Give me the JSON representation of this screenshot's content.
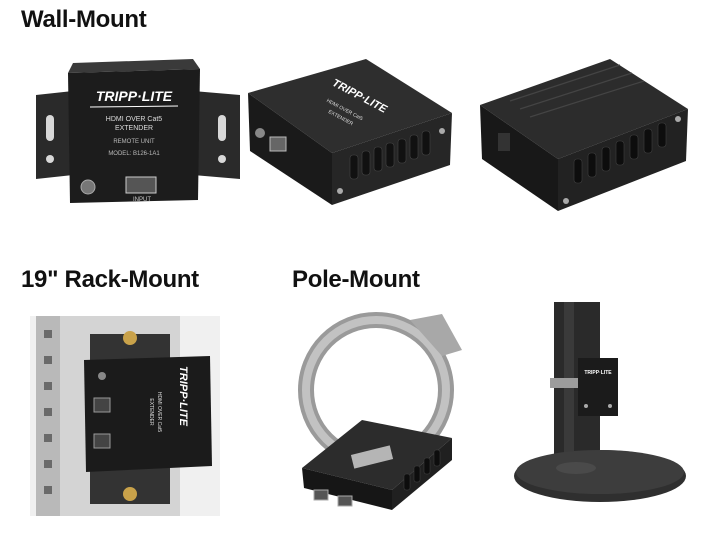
{
  "headings": {
    "wall": "Wall-Mount",
    "rack": "19\" Rack-Mount",
    "pole": "Pole-Mount"
  },
  "device_labels": {
    "brand": "TRIPP·LITE",
    "product_line1": "HDMI OVER Cat5",
    "product_line2": "EXTENDER",
    "unit": "REMOTE UNIT",
    "model": "MODEL: B126-1A1",
    "port": "INPUT"
  }
}
